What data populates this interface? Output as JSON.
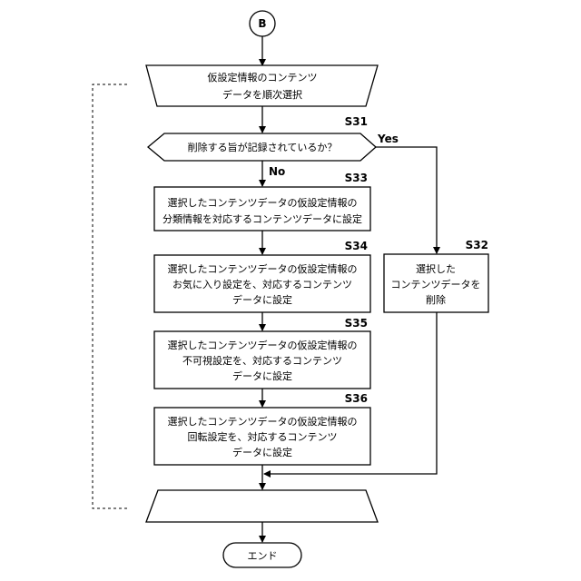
{
  "connector": {
    "label": "B"
  },
  "loop_start": {
    "lines": [
      "仮設定情報のコンテンツ",
      "データを順次選択"
    ]
  },
  "decision": {
    "step": "S31",
    "text": "削除する旨が記録されているか？",
    "yes": "Yes",
    "no": "No"
  },
  "s32": {
    "step": "S32",
    "lines": [
      "選択した",
      "コンテンツデータを",
      "削除"
    ]
  },
  "s33": {
    "step": "S33",
    "lines": [
      "選択したコンテンツデータの仮設定情報の",
      "分類情報を対応するコンテンツデータに設定"
    ]
  },
  "s34": {
    "step": "S34",
    "lines": [
      "選択したコンテンツデータの仮設定情報の",
      "お気に入り設定を、対応するコンテンツ",
      "データに設定"
    ]
  },
  "s35": {
    "step": "S35",
    "lines": [
      "選択したコンテンツデータの仮設定情報の",
      "不可視設定を、対応するコンテンツ",
      "データに設定"
    ]
  },
  "s36": {
    "step": "S36",
    "lines": [
      "選択したコンテンツデータの仮設定情報の",
      "回転設定を、対応するコンテンツ",
      "データに設定"
    ]
  },
  "end": {
    "label": "エンド"
  }
}
